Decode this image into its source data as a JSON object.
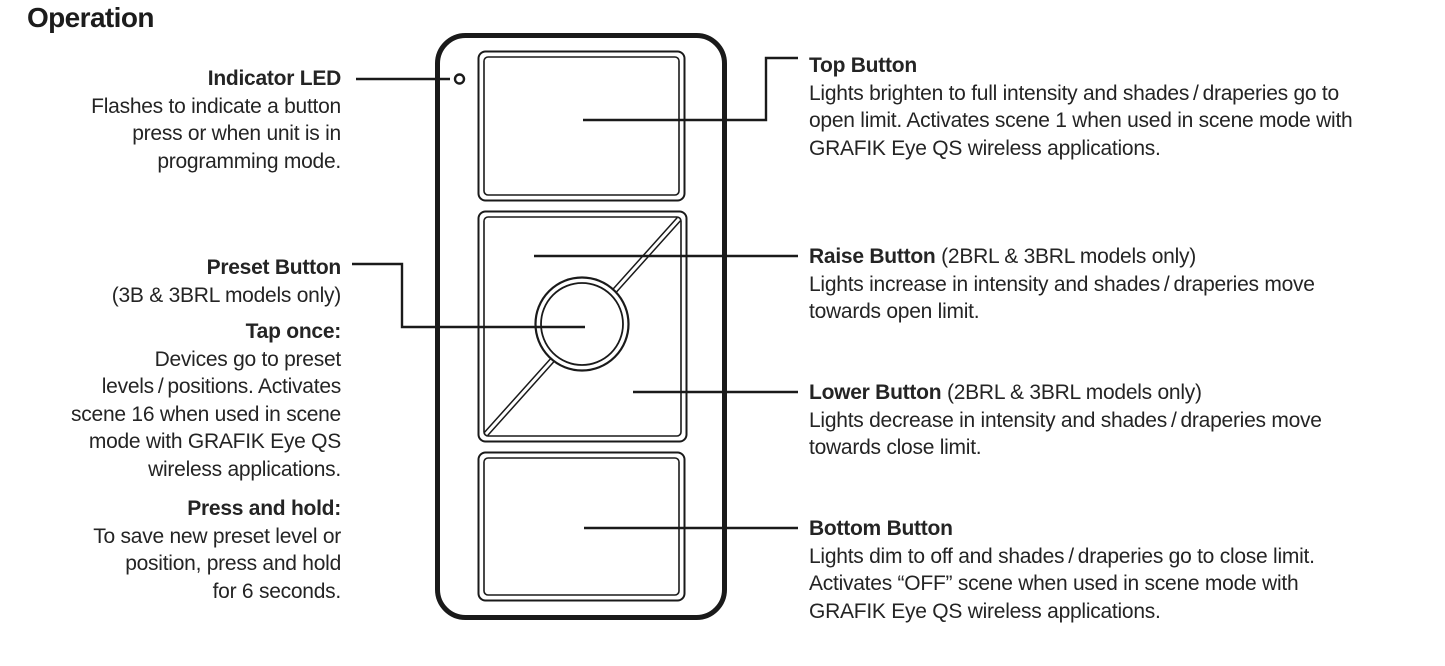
{
  "title": "Operation",
  "colors": {
    "background": "#ffffff",
    "ink": "#242424",
    "line_art": "#1a1a1a"
  },
  "device": {
    "name": "wireless control (Pico remote) line drawing",
    "parts": [
      "indicator-led",
      "top-button",
      "raise-lower-rocker",
      "preset-round-button",
      "bottom-button"
    ]
  },
  "left": {
    "indicator": {
      "heading": "Indicator LED",
      "lines": [
        "Flashes to indicate a button",
        "press or when unit is in",
        "programming mode."
      ]
    },
    "preset": {
      "heading": "Preset Button",
      "subheading": "(3B & 3BRL models only)",
      "tap": {
        "heading": "Tap once:",
        "lines": [
          "Devices go to preset",
          "levels / positions. Activates",
          "scene 16 when used in scene",
          "mode with GRAFIK Eye QS",
          "wireless applications."
        ]
      },
      "hold": {
        "heading": "Press and hold:",
        "lines": [
          "To save new preset level or",
          "position, press and hold",
          "for 6 seconds."
        ]
      }
    }
  },
  "right": {
    "top": {
      "heading": "Top Button",
      "lines": [
        "Lights brighten to full intensity and shades / draperies go to",
        "open limit. Activates scene 1 when used in scene mode with",
        "GRAFIK Eye QS wireless applications."
      ]
    },
    "raise": {
      "heading": "Raise Button",
      "suffix": "(2BRL & 3BRL models only)",
      "lines": [
        "Lights increase in intensity and shades / draperies move",
        "towards open limit."
      ]
    },
    "lower": {
      "heading": "Lower Button",
      "suffix": "(2BRL & 3BRL models only)",
      "lines": [
        "Lights decrease in intensity and shades / draperies move",
        "towards close limit."
      ]
    },
    "bottom": {
      "heading": "Bottom Button",
      "lines": [
        "Lights dim to off and shades / draperies go to close limit.",
        "Activates “OFF” scene when used in scene mode with",
        "GRAFIK Eye QS wireless applications."
      ]
    }
  }
}
